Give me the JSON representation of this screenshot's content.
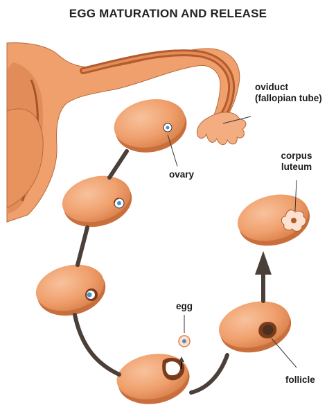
{
  "title": "EGG MATURATION AND RELEASE",
  "labels": {
    "oviduct_line1": "oviduct",
    "oviduct_line2": "(fallopian tube)",
    "ovary": "ovary",
    "corpus_line1": "corpus",
    "corpus_line2": "luteum",
    "egg": "egg",
    "follicle": "follicle"
  },
  "colors": {
    "ovary_fill": "#f2a574",
    "ovary_shadow": "#c96f3d",
    "uterus_fill": "#f2a574",
    "uterus_inner": "#b5592b",
    "arrow": "#4a4039",
    "leader": "#333333",
    "egg_nucleus": "#4a90c8"
  }
}
